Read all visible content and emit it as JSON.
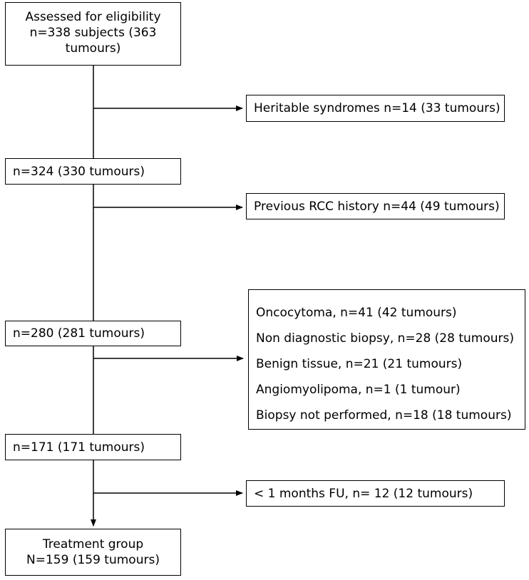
{
  "boxes": {
    "assessed": {
      "lines": [
        "Assessed for eligibility",
        "n=338 subjects (363",
        "tumours)"
      ]
    },
    "after_heritable": {
      "text": "n=324 (330 tumours)"
    },
    "after_rcc": {
      "text": "n=280 (281 tumours)"
    },
    "after_biopsy": {
      "text": "n=171 (171 tumours)"
    },
    "treatment": {
      "lines": [
        "Treatment group",
        "N=159 (159 tumours)"
      ]
    }
  },
  "exclusions": {
    "heritable": "Heritable syndromes n=14 (33 tumours)",
    "rcc_history": "Previous RCC history n=44 (49 tumours)",
    "biopsy": [
      "Oncocytoma, n=41 (42 tumours)",
      "Non diagnostic biopsy, n=28 (28 tumours)",
      "Benign tissue, n=21 (21 tumours)",
      "Angiomyolipoma, n=1 (1 tumour)",
      "Biopsy not performed,  n=18 (18 tumours)"
    ],
    "followup": "< 1 months FU, n= 12 (12 tumours)"
  }
}
